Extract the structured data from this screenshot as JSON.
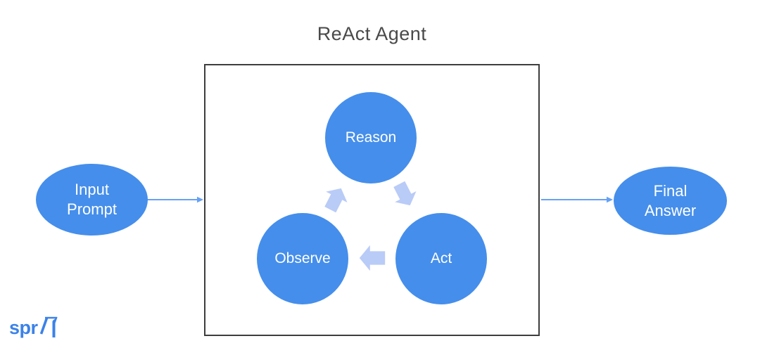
{
  "diagram": {
    "title": "ReAct Agent",
    "cycle_nodes": {
      "reason": {
        "label": "Reason"
      },
      "act": {
        "label": "Act"
      },
      "observe": {
        "label": "Observe"
      }
    },
    "outer_nodes": {
      "input_prompt": {
        "label": "Input\nPrompt"
      },
      "final_answer": {
        "label": "Final\nAnswer"
      }
    },
    "arrows": {
      "input_to_box": "input-prompt → agent-box",
      "box_to_final": "agent-box → final-answer",
      "cycle": [
        "reason → act",
        "act → observe",
        "observe → reason"
      ]
    },
    "colors": {
      "node_fill": "#458EEB",
      "cycle_arrow": "#B9CBF7",
      "flow_arrow": "#66A1F4",
      "box_border": "#3D3D3D",
      "title_text": "#4A4A4A",
      "node_text": "#FFFFFF",
      "logo_blue": "#3C82E8"
    },
    "logo": {
      "text": "spr"
    }
  }
}
